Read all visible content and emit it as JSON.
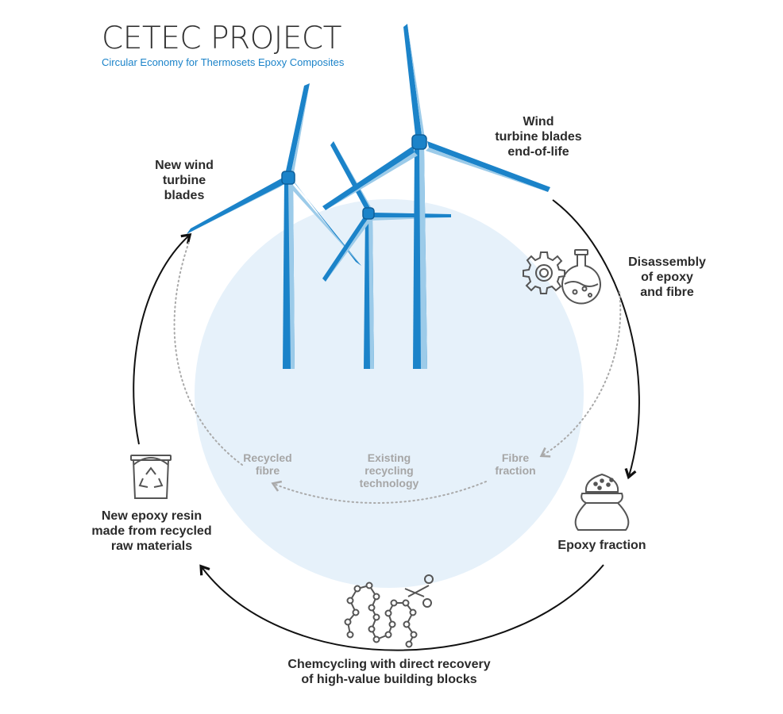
{
  "header": {
    "title": "CETEC PROJECT",
    "subtitle": "Circular Economy for Thermosets Epoxy Composites"
  },
  "colors": {
    "accent": "#1b83c9",
    "light_blue": "#9ccbe9",
    "circle_fill": "#e6f1fa",
    "text": "#2b2b2b",
    "muted": "#a6a6a6"
  },
  "stages": {
    "new_blades": [
      "New wind",
      "turbine",
      "blades"
    ],
    "end_of_life": [
      "Wind",
      "turbine blades",
      "end-of-life"
    ],
    "disassembly": [
      "Disassembly",
      "of epoxy",
      "and fibre"
    ],
    "epoxy_fraction": [
      "Epoxy fraction"
    ],
    "chemcycling": [
      "Chemcycling with direct recovery",
      "of high-value building blocks"
    ],
    "new_resin": [
      "New epoxy resin",
      "made from recycled",
      "raw materials"
    ]
  },
  "inner_loop": {
    "recycled_fibre": [
      "Recycled",
      "fibre"
    ],
    "existing_tech": [
      "Existing",
      "recycling",
      "technology"
    ],
    "fibre_fraction": [
      "Fibre",
      "fraction"
    ]
  },
  "icons": [
    "wind-turbine-icon",
    "gear-icon",
    "flask-icon",
    "sack-icon",
    "molecule-chain-icon",
    "scissors-icon",
    "recycle-bucket-icon"
  ]
}
